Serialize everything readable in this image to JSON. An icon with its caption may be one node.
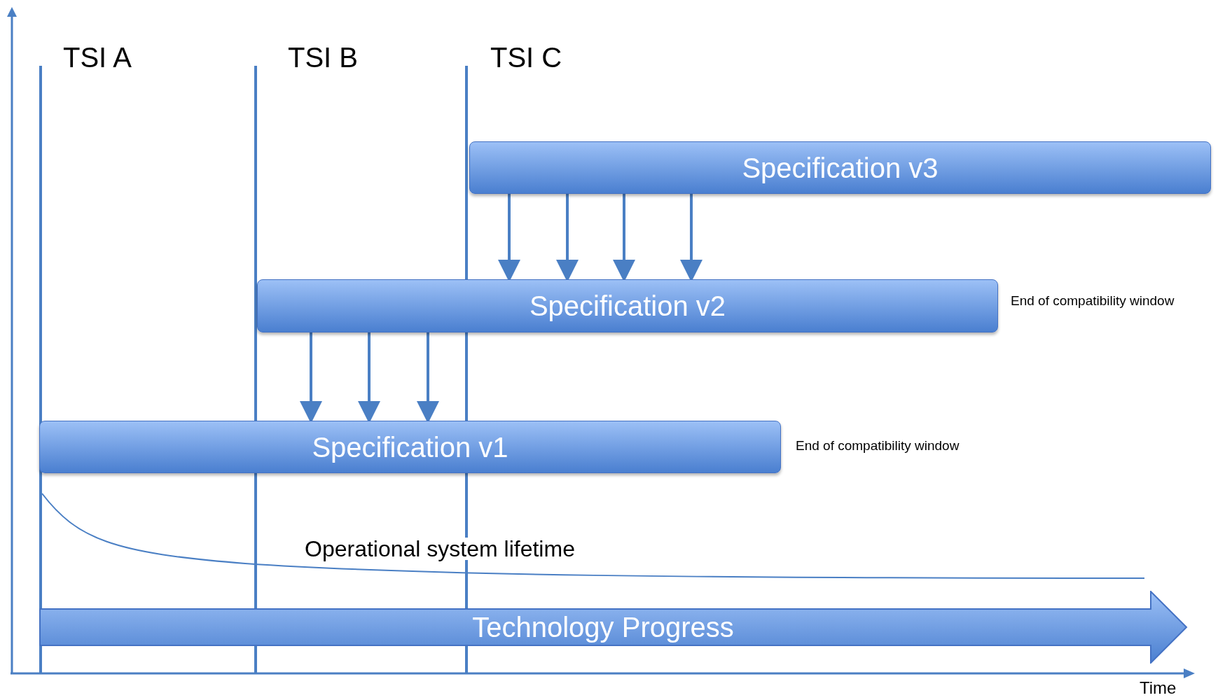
{
  "diagram": {
    "nodes": [
      {
        "text": [
          "Specification v3"
        ]
      },
      {
        "text": [
          "Specification v2"
        ],
        "beside": [
          "End of compatibility window"
        ]
      },
      {
        "text": [
          "Specification v1"
        ],
        "beside": [
          "End of compatibility window"
        ]
      },
      {
        "text": [
          "Technology Progress"
        ]
      }
    ],
    "edges": [
      {
        "from": 0,
        "to": 1,
        "arrow": "to"
      },
      {
        "from": 0,
        "to": 1,
        "arrow": "to"
      },
      {
        "from": 0,
        "to": 1,
        "arrow": "to"
      },
      {
        "from": 0,
        "to": 1,
        "arrow": "to"
      },
      {
        "from": 1,
        "to": 2,
        "arrow": "to"
      },
      {
        "from": 1,
        "to": 2,
        "arrow": "to"
      },
      {
        "from": 1,
        "to": 2,
        "arrow": "to"
      }
    ],
    "labels": [
      "TSI A",
      "TSI B",
      "TSI C",
      "Operational system lifetime",
      "Time"
    ]
  }
}
